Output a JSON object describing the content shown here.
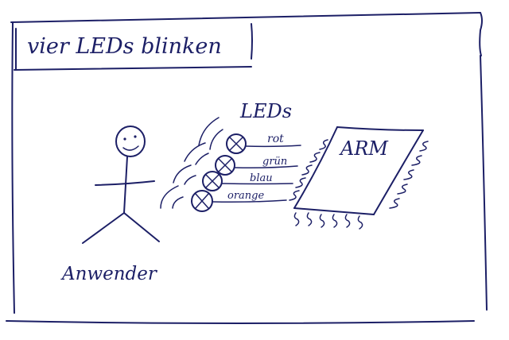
{
  "title": "vier LEDs blinken",
  "leds_label": "LEDs",
  "leds": [
    {
      "label": "rot"
    },
    {
      "label": "grün"
    },
    {
      "label": "blau"
    },
    {
      "label": "orange"
    }
  ],
  "chip_label": "ARM",
  "user_label": "Anwender"
}
